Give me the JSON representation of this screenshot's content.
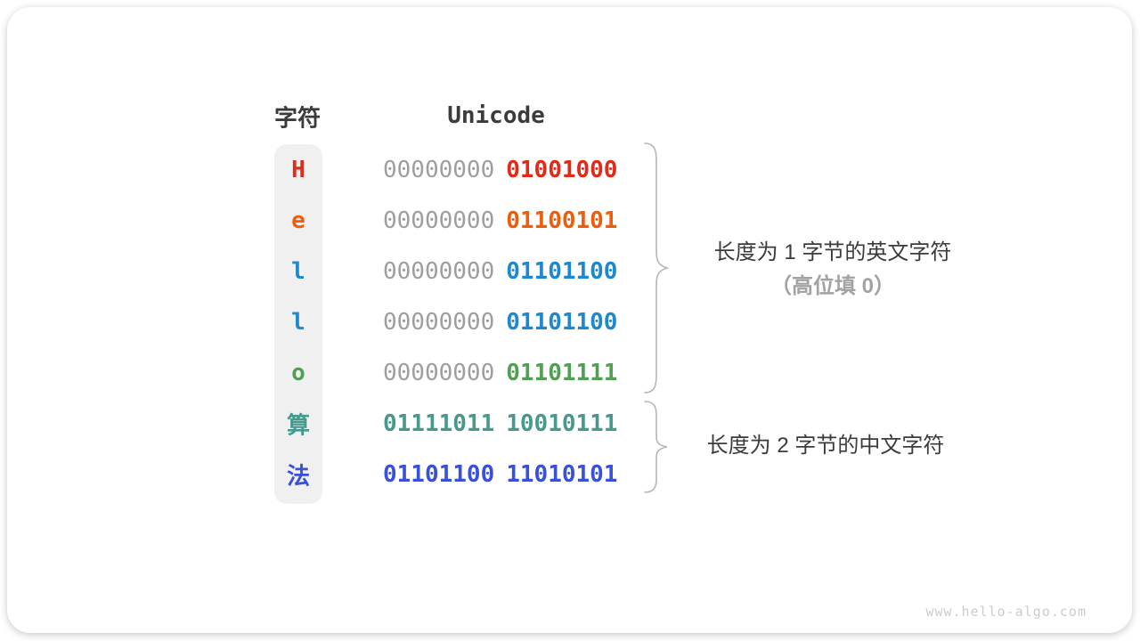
{
  "header": {
    "char_col": "字符",
    "unicode_col": "Unicode"
  },
  "rows": [
    {
      "char": "H",
      "char_color": "#e02a1a",
      "bytes": [
        {
          "text": "00000000",
          "color": "#9e9e9e"
        },
        {
          "text": "01001000",
          "color": "#e02a1a"
        }
      ]
    },
    {
      "char": "e",
      "char_color": "#ee5d0a",
      "bytes": [
        {
          "text": "00000000",
          "color": "#9e9e9e"
        },
        {
          "text": "01100101",
          "color": "#ee5d0a"
        }
      ]
    },
    {
      "char": "l",
      "char_color": "#1e88ce",
      "bytes": [
        {
          "text": "00000000",
          "color": "#9e9e9e"
        },
        {
          "text": "01101100",
          "color": "#1e88ce"
        }
      ]
    },
    {
      "char": "l",
      "char_color": "#1e88ce",
      "bytes": [
        {
          "text": "00000000",
          "color": "#9e9e9e"
        },
        {
          "text": "01101100",
          "color": "#1e88ce"
        }
      ]
    },
    {
      "char": "o",
      "char_color": "#50a054",
      "bytes": [
        {
          "text": "00000000",
          "color": "#9e9e9e"
        },
        {
          "text": "01101111",
          "color": "#50a054"
        }
      ]
    },
    {
      "char": "算",
      "char_color": "#46998c",
      "bytes": [
        {
          "text": "01111011",
          "color": "#46998c"
        },
        {
          "text": "10010111",
          "color": "#46998c"
        }
      ]
    },
    {
      "char": "法",
      "char_color": "#3950da",
      "bytes": [
        {
          "text": "01101100",
          "color": "#3950da"
        },
        {
          "text": "11010101",
          "color": "#3950da"
        }
      ]
    }
  ],
  "annotations": {
    "group1_line1": "长度为 1 字节的英文字符",
    "group1_line2": "（高位填 0）",
    "group2_line1": "长度为 2 字节的中文字符"
  },
  "watermark": "www.hello-algo.com",
  "palette": {
    "text_dark": "#3b3b3b",
    "binary_muted": "#9e9e9e",
    "caption_secondary": "#a2a2a2",
    "brace": "#b6b6b6",
    "pill_bg": "#f0f0f0",
    "watermark": "#cccccc",
    "red": "#e02a1a",
    "orange": "#ee5d0a",
    "blue": "#1e88ce",
    "green": "#50a054",
    "teal": "#46998c",
    "indigo": "#3950da"
  }
}
